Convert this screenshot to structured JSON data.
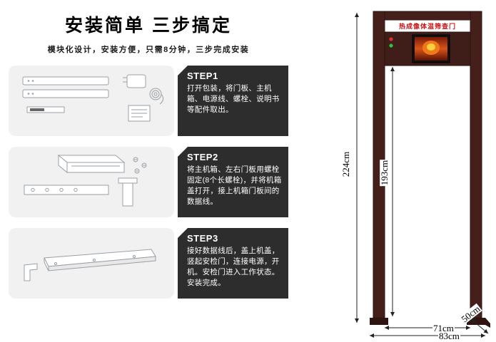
{
  "guide": {
    "title": "安装简单 三步搞定",
    "subtitle": "模块化设计，安装方便，只需8分钟，三步完成安装",
    "steps": [
      {
        "label": "STEP1",
        "text": "打开包装，将门板、主机箱、电源线、螺栓、说明书等配件取出。"
      },
      {
        "label": "STEP2",
        "text": "将主机箱、左右门板用螺栓固定(8个长螺栓)，并将机箱盖打开，接上机箱门板间的数据线。"
      },
      {
        "label": "STEP3",
        "text": "接好数据线后，盖上机盖，竖起安检门，连接电源，开机。安检门进入工作状态。安装完成。"
      }
    ]
  },
  "figure": {
    "device_label": "热成像体温筛查门",
    "dimensions": {
      "total_height": "224cm",
      "inner_height": "193cm",
      "base_depth": "50cm",
      "inner_width": "71cm",
      "outer_width": "83cm"
    },
    "colors": {
      "frame": "#45201a",
      "device_label_red": "#cc1111",
      "step_box": "#2d2d2d",
      "indicator_red": "#e03030",
      "indicator_green": "#30c040"
    }
  }
}
